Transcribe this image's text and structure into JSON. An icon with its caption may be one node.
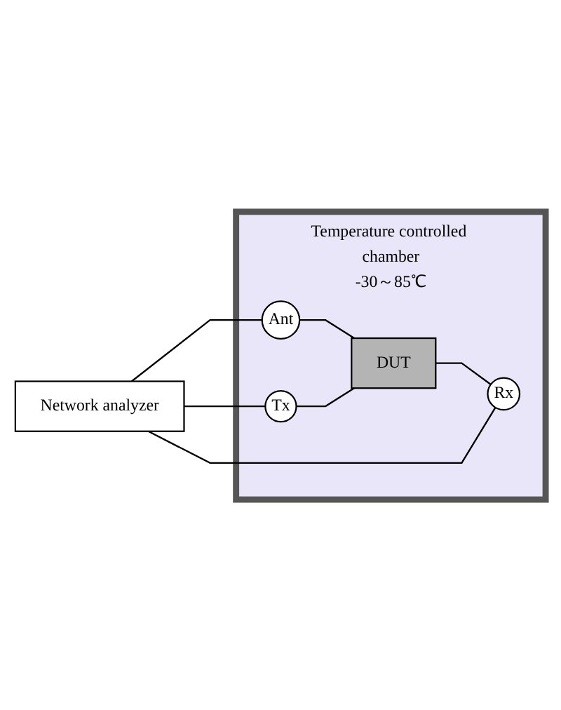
{
  "diagram": {
    "nodes": [
      {
        "text": [
          "Network analyzer"
        ]
      },
      {
        "text": [
          "Temperature controlled chamber",
          "-30～85℃"
        ]
      },
      {
        "text": [
          "Ant"
        ],
        "in": 1
      },
      {
        "text": [
          "DUT"
        ],
        "in": 1
      },
      {
        "text": [
          "Tx"
        ],
        "in": 1
      },
      {
        "text": [
          "Rx"
        ],
        "in": 1
      }
    ],
    "edges": [
      {
        "from": 0,
        "to": 2,
        "arrow": "none"
      },
      {
        "from": 2,
        "to": 3,
        "arrow": "none"
      },
      {
        "from": 0,
        "to": 4,
        "arrow": "none"
      },
      {
        "from": 4,
        "to": 3,
        "arrow": "none"
      },
      {
        "from": 3,
        "to": 5,
        "arrow": "none"
      },
      {
        "from": 0,
        "to": 5,
        "arrow": "none"
      }
    ]
  }
}
